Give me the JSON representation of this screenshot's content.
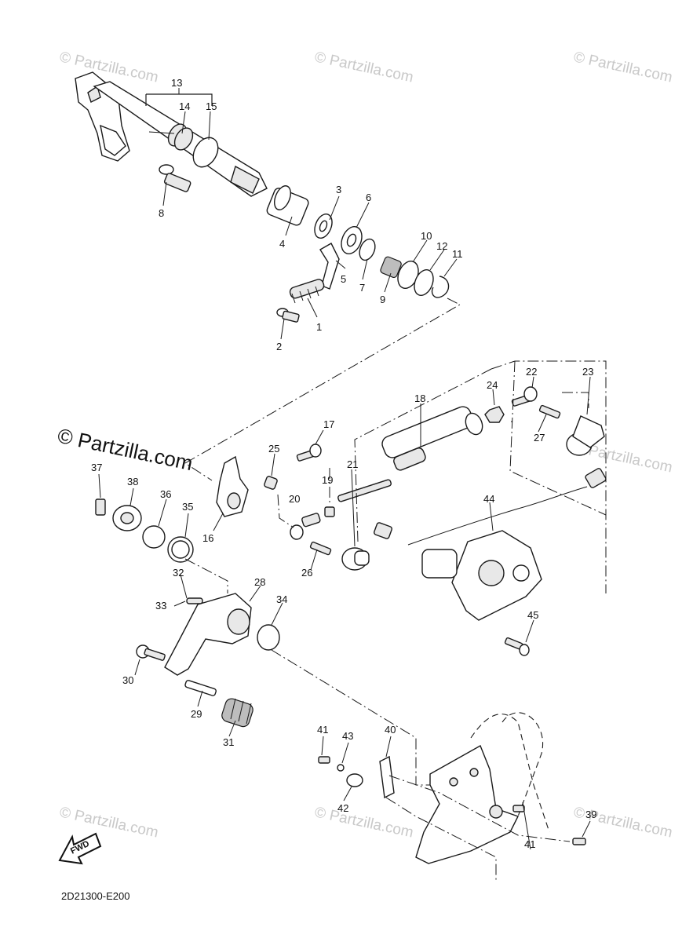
{
  "watermarks": {
    "faint": "© Partzilla.com",
    "prominent": "© Partzilla.com"
  },
  "fwd_label": "FWD",
  "diagram_code": "2D21300-E200",
  "callouts": [
    "1",
    "2",
    "3",
    "4",
    "5",
    "6",
    "7",
    "8",
    "9",
    "10",
    "11",
    "12",
    "13",
    "14",
    "15",
    "16",
    "17",
    "18",
    "19",
    "20",
    "21",
    "22",
    "23",
    "24",
    "25",
    "26",
    "27",
    "28",
    "29",
    "30",
    "31",
    "32",
    "33",
    "34",
    "35",
    "36",
    "37",
    "38",
    "39",
    "40",
    "41",
    "41",
    "42",
    "43",
    "44",
    "45"
  ]
}
